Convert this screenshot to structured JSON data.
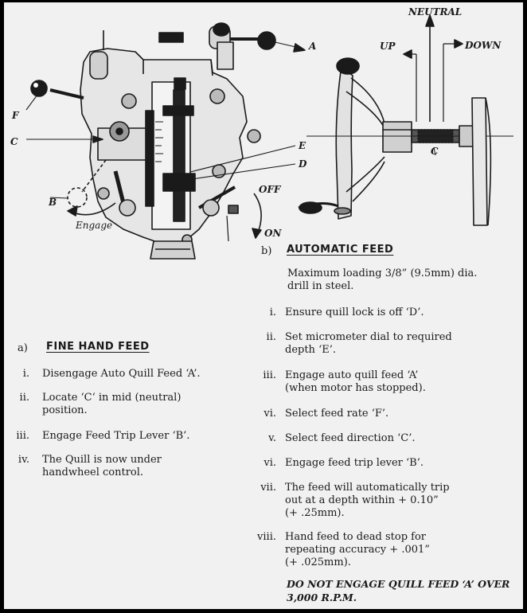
{
  "diagram": {
    "labels": {
      "A": "A",
      "B": "B",
      "C_left": "C",
      "C_right": "C",
      "D": "D",
      "E": "E",
      "F": "F",
      "neutral": "NEUTRAL",
      "up": "UP",
      "down": "DOWN",
      "off": "OFF",
      "on": "ON",
      "engage": "Engage"
    }
  },
  "section_a": {
    "marker": "a)",
    "heading": "FINE HAND FEED",
    "items": [
      {
        "num": "i.",
        "text": "Disengage Auto Quill Feed ‘A’."
      },
      {
        "num": "ii.",
        "lines": [
          "Locate ‘C‘ in mid (neutral)",
          "position."
        ]
      },
      {
        "num": "iii.",
        "text": "Engage Feed Trip Lever ‘B’."
      },
      {
        "num": "iv.",
        "lines": [
          "The Quill is now under",
          "handwheel control."
        ]
      }
    ]
  },
  "section_b": {
    "marker": "b)",
    "heading": "AUTOMATIC FEED",
    "intro": [
      "Maximum loading 3/8” (9.5mm) dia.",
      "drill in steel."
    ],
    "items": [
      {
        "num": "i.",
        "lines": [
          "Ensure quill lock is off ‘D’."
        ]
      },
      {
        "num": "ii.",
        "lines": [
          "Set micrometer dial to required",
          "depth ‘E’."
        ]
      },
      {
        "num": "iii.",
        "lines": [
          "Engage auto quill feed ‘A’",
          "(when motor has stopped)."
        ]
      },
      {
        "num": "vi.",
        "lines": [
          "Select feed rate ‘F’."
        ]
      },
      {
        "num": "v.",
        "lines": [
          "Select feed direction ‘C’."
        ]
      },
      {
        "num": "vi.",
        "lines": [
          "Engage feed trip lever ‘B’."
        ]
      },
      {
        "num": "vii.",
        "lines": [
          "The feed will automatically trip",
          "out at a depth within + 0.10”",
          "(+ .25mm)."
        ]
      },
      {
        "num": "viii.",
        "lines": [
          "Hand feed to dead stop for",
          "repeating accuracy + .001”",
          "(+ .025mm)."
        ]
      }
    ],
    "warning": [
      "DO NOT ENGAGE QUILL FEED ‘A’ OVER",
      "3,000 R.P.M."
    ]
  }
}
